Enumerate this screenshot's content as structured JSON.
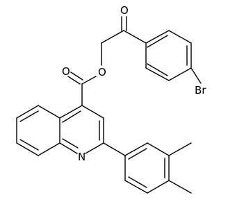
{
  "molecule": {
    "atoms": {
      "carbonyl_o": "O",
      "ester_o": "O",
      "ester_carbonyl_o": "O",
      "bromine": "Br",
      "nitrogen": "N"
    }
  }
}
